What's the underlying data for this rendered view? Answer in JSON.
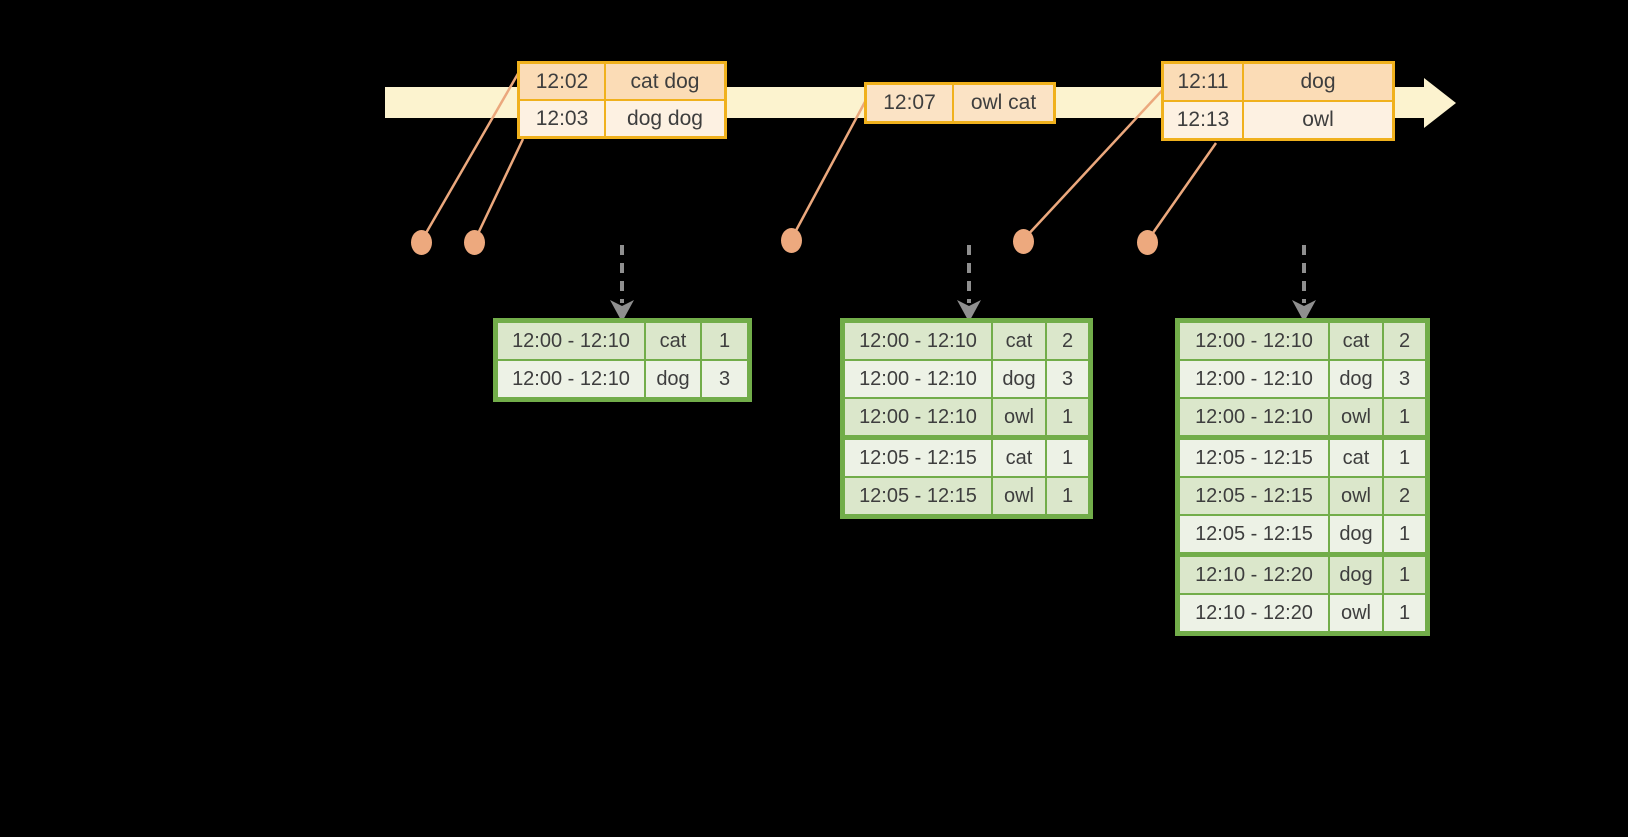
{
  "colors": {
    "background": "#000000",
    "timeline_fill": "#fcf3cf",
    "event_table_border": "#f0b11d",
    "event_row_dark": "#fbdcb6",
    "event_row_light": "#fdf1e2",
    "event_row_mid": "#fbe3c5",
    "connector_salmon": "#eda97e",
    "result_table_border": "#72ad4a",
    "result_row_dark": "#dbe7cb",
    "result_row_light": "#edf2e6",
    "trigger_arrow_gray": "#8f8f8f",
    "text": "#3e3e3e"
  },
  "icons": {
    "timeline_arrowhead": "right-arrowhead",
    "event_dot": "filled-circle",
    "trigger_arrow": "dashed-down-arrow"
  },
  "event_tables": [
    {
      "rows": [
        {
          "time": "12:02",
          "words": "cat dog"
        },
        {
          "time": "12:03",
          "words": "dog dog"
        }
      ]
    },
    {
      "rows": [
        {
          "time": "12:07",
          "words": "owl cat"
        }
      ]
    },
    {
      "rows": [
        {
          "time": "12:11",
          "words": "dog"
        },
        {
          "time": "12:13",
          "words": "owl"
        }
      ]
    }
  ],
  "result_tables": [
    {
      "rows": [
        {
          "window": "12:00 - 12:10",
          "word": "cat",
          "count": "1"
        },
        {
          "window": "12:00 - 12:10",
          "word": "dog",
          "count": "3"
        }
      ]
    },
    {
      "rows": [
        {
          "window": "12:00 - 12:10",
          "word": "cat",
          "count": "2"
        },
        {
          "window": "12:00 - 12:10",
          "word": "dog",
          "count": "3"
        },
        {
          "window": "12:00 - 12:10",
          "word": "owl",
          "count": "1"
        },
        {
          "window": "12:05 - 12:15",
          "word": "cat",
          "count": "1"
        },
        {
          "window": "12:05 - 12:15",
          "word": "owl",
          "count": "1"
        }
      ]
    },
    {
      "rows": [
        {
          "window": "12:00 - 12:10",
          "word": "cat",
          "count": "2"
        },
        {
          "window": "12:00 - 12:10",
          "word": "dog",
          "count": "3"
        },
        {
          "window": "12:00 - 12:10",
          "word": "owl",
          "count": "1"
        },
        {
          "window": "12:05 - 12:15",
          "word": "cat",
          "count": "1"
        },
        {
          "window": "12:05 - 12:15",
          "word": "owl",
          "count": "2"
        },
        {
          "window": "12:05 - 12:15",
          "word": "dog",
          "count": "1"
        },
        {
          "window": "12:10 - 12:20",
          "word": "dog",
          "count": "1"
        },
        {
          "window": "12:10 - 12:20",
          "word": "owl",
          "count": "1"
        }
      ]
    }
  ]
}
